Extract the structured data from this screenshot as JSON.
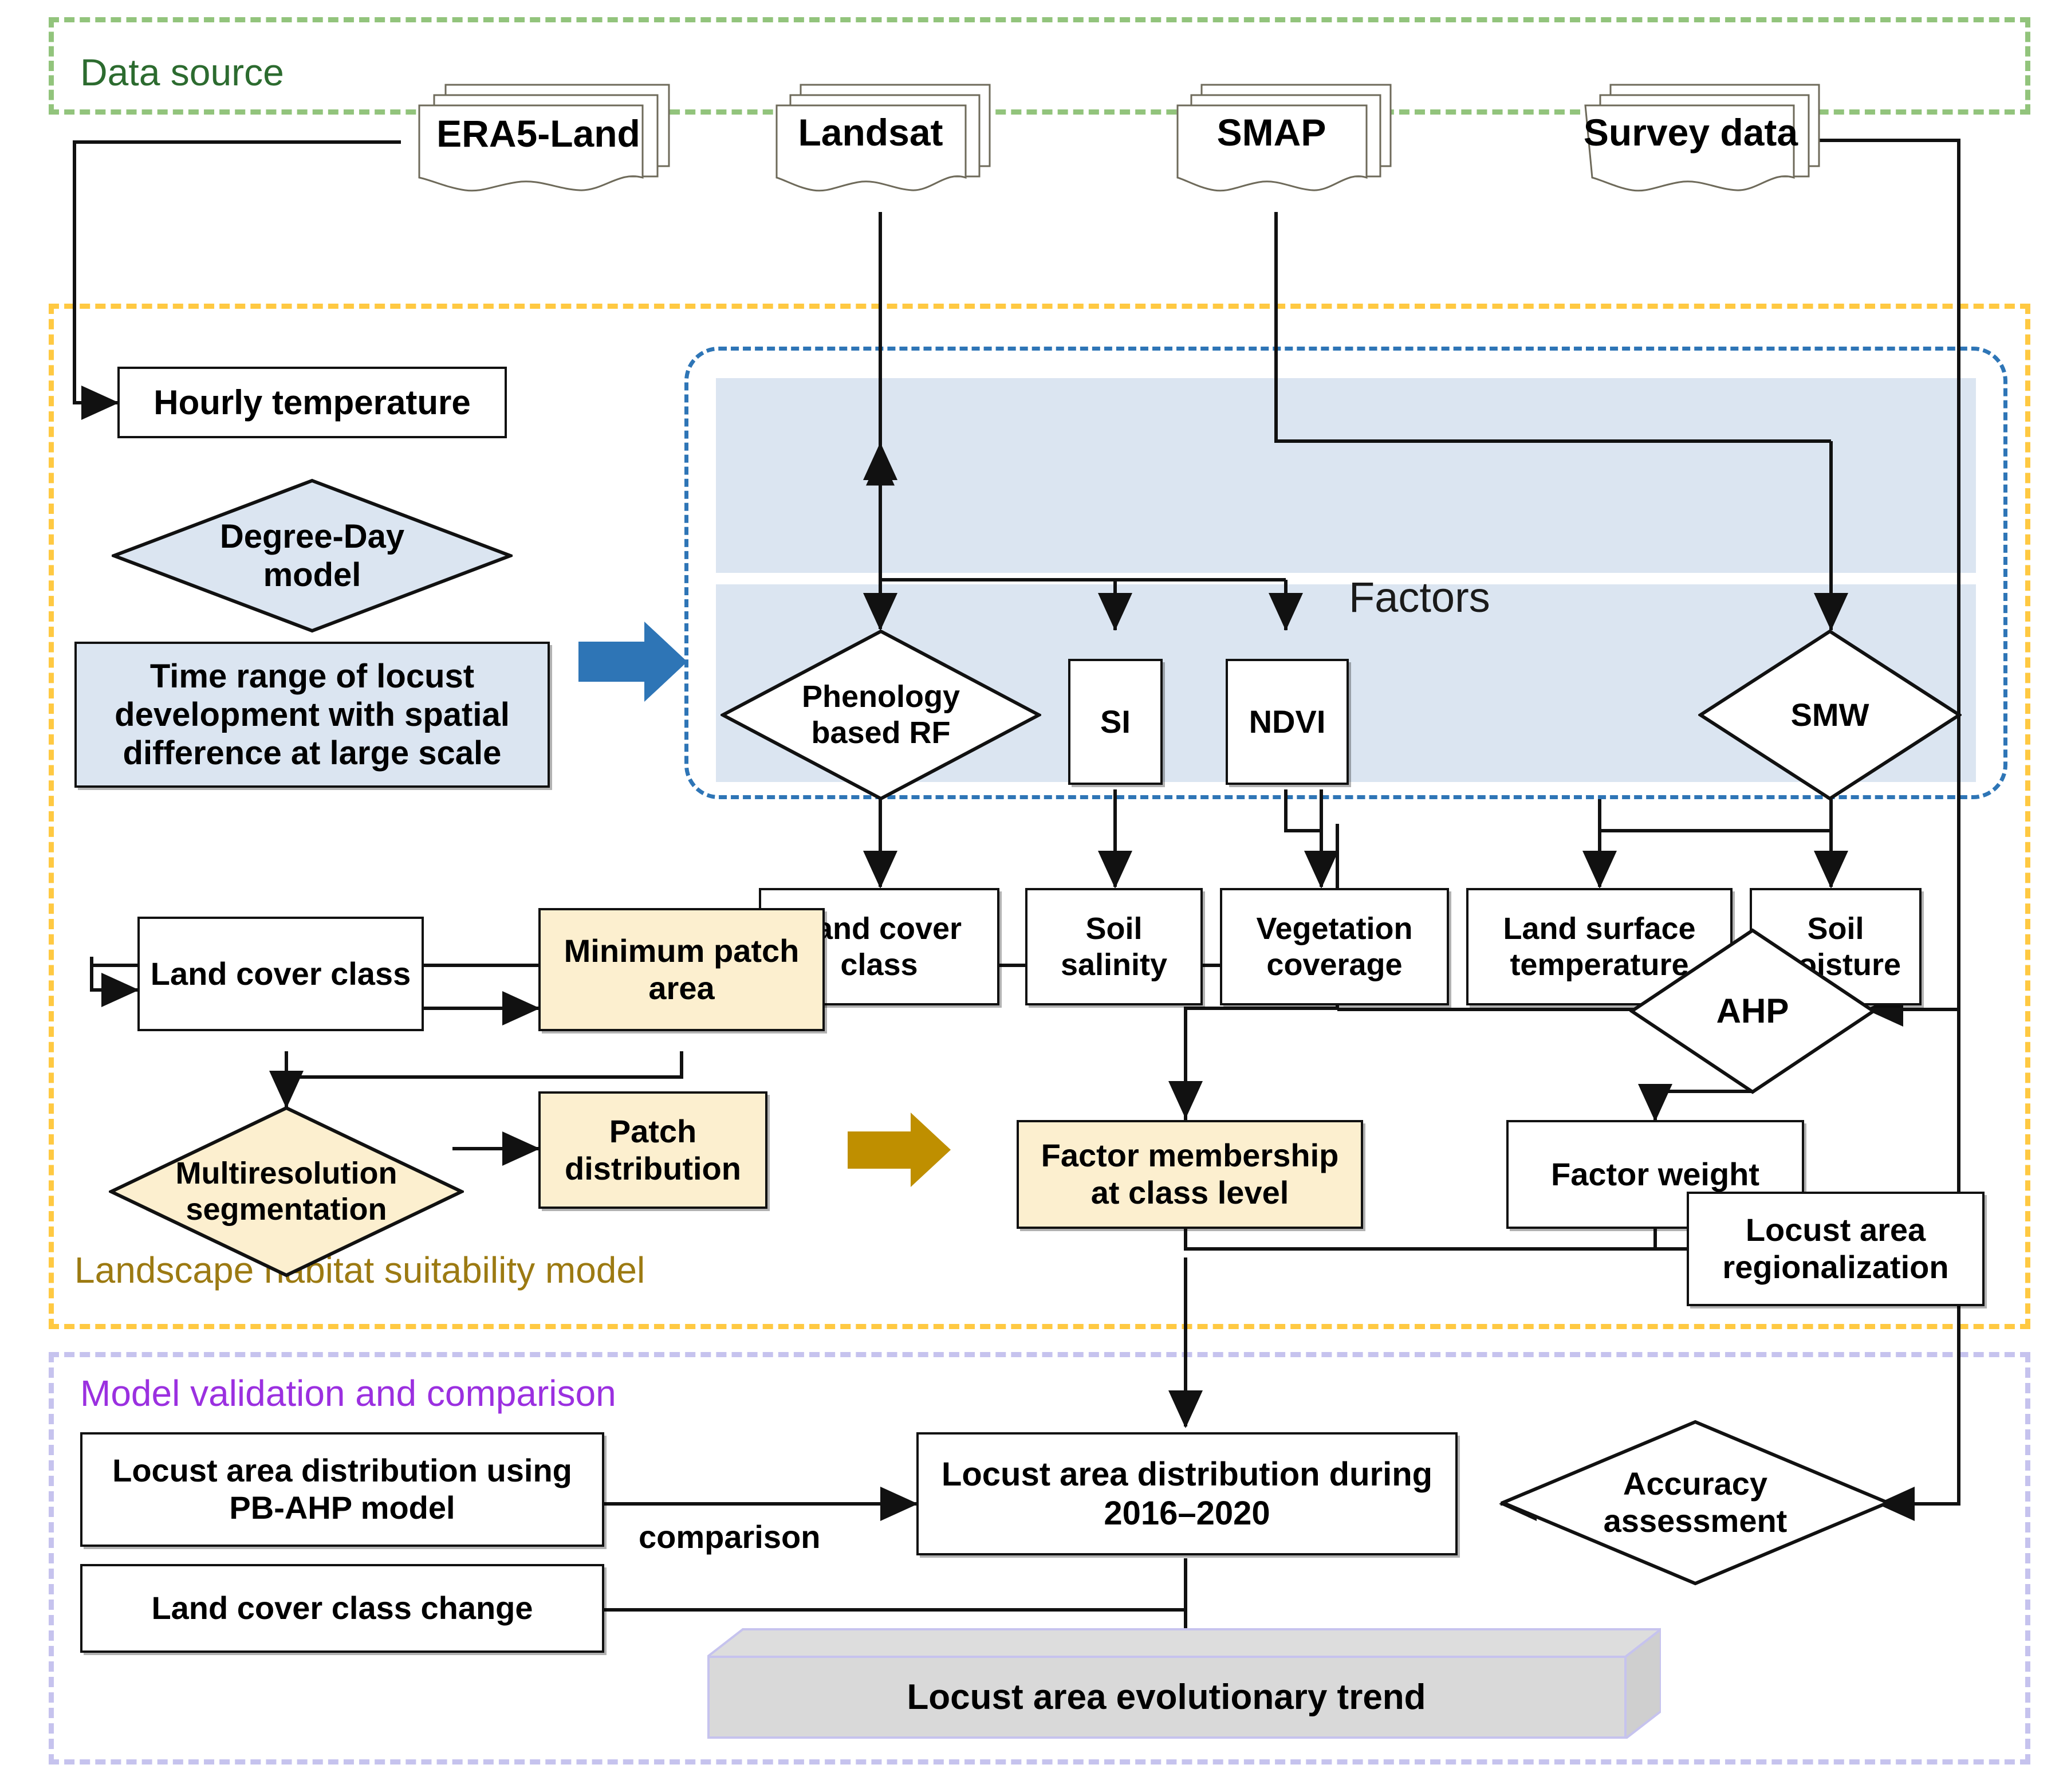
{
  "groups": {
    "data_source": {
      "title": "Data source",
      "color": "#92C47C"
    },
    "model": {
      "title": "Landscape habitat suitability model",
      "color": "#FFC942"
    },
    "validation": {
      "title": "Model validation and comparison",
      "color": "#C6C3EE"
    },
    "factors_panel": {
      "title": "Factors",
      "color": "#2E75B6"
    }
  },
  "data_sources": [
    {
      "label": "ERA5-Land"
    },
    {
      "label": "Landsat"
    },
    {
      "label": "SMAP"
    },
    {
      "label": "Survey data"
    }
  ],
  "temperature_chain": {
    "hourly_temperature": "Hourly temperature",
    "degree_day_model": "Degree-Day\nmodel",
    "time_range": "Time range of locust development with spatial difference at large scale"
  },
  "factor_methods": [
    {
      "label": "Phenology\nbased RF",
      "shape": "diamond"
    },
    {
      "label": "SI",
      "shape": "rect"
    },
    {
      "label": "NDVI",
      "shape": "rect"
    },
    {
      "label": "SMW",
      "shape": "diamond"
    }
  ],
  "factor_outputs": [
    {
      "label": "Land cover class"
    },
    {
      "label": "Soil salinity"
    },
    {
      "label": "Vegetation coverage"
    },
    {
      "label": "Land surface temperature"
    },
    {
      "label": "Soil moisture"
    }
  ],
  "habitat_model": {
    "land_cover_class": "Land cover class",
    "minimum_patch_area": "Minimum patch area",
    "multiresolution_segmentation": "Multiresolution segmentation",
    "patch_distribution": "Patch distribution"
  },
  "ahp_chain": {
    "factor_membership": "Factor membership at class level",
    "ahp": "AHP",
    "factor_weight": "Factor weight",
    "locust_area_regionalization": "Locust area regionalization"
  },
  "validation": {
    "pb_ahp_distribution": "Locust area distribution using PB-AHP model",
    "land_cover_class_change": "Land cover class change",
    "comparison_label": "comparison",
    "locust_distribution_2016_2020": "Locust area distribution during 2016–2020",
    "accuracy_assessment": "Accuracy assessment",
    "evolutionary_trend": "Locust area evolutionary trend"
  },
  "colors": {
    "green_frame": "#92C47C",
    "yellow_frame": "#FFC942",
    "purple_frame": "#C6C3EE",
    "blue_frame": "#2E75B6",
    "blue_fill": "#DBE5F1",
    "cream_fill": "#FCEFCF",
    "blue_arrow": "#2E75B6",
    "gold_arrow": "#BF8F00",
    "grey_block": "#D9D9D9",
    "green_title": "#2C6B2F",
    "gold_title": "#9C7A12",
    "purple_title": "#9B30E0"
  }
}
